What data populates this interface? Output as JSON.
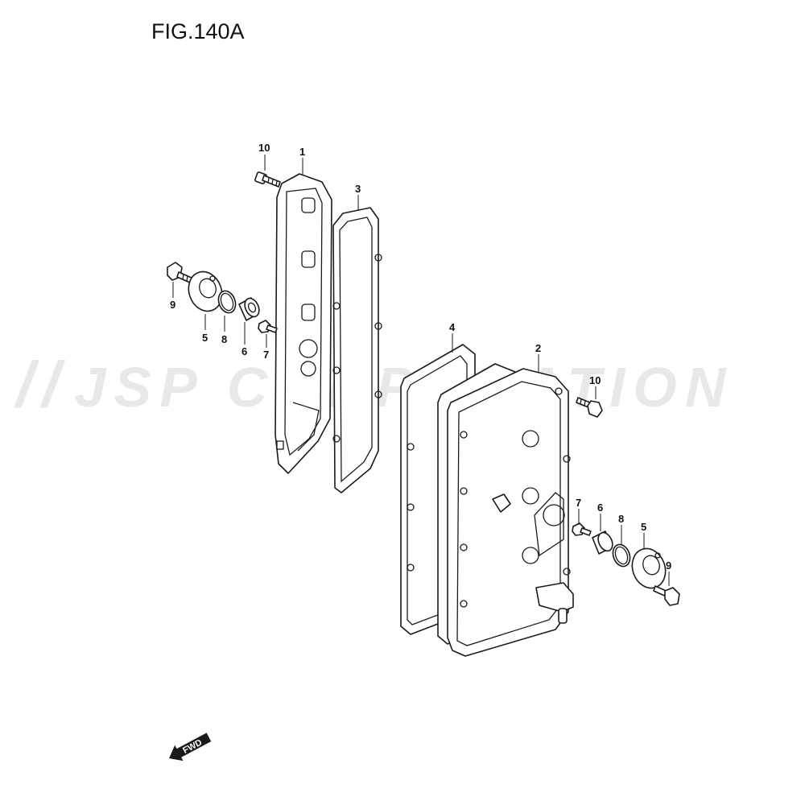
{
  "figure": {
    "title": "FIG.140A"
  },
  "watermark": {
    "text": "JSP CORPORATION"
  },
  "callouts": {
    "left_10": "10",
    "left_1": "1",
    "left_3": "3",
    "left_9": "9",
    "left_5": "5",
    "left_8": "8",
    "left_6": "6",
    "left_7": "7",
    "right_4": "4",
    "right_2": "2",
    "right_10": "10",
    "right_7": "7",
    "right_6": "6",
    "right_8": "8",
    "right_5": "5",
    "right_9": "9"
  },
  "fwd_indicator": {
    "label": "FWD"
  }
}
